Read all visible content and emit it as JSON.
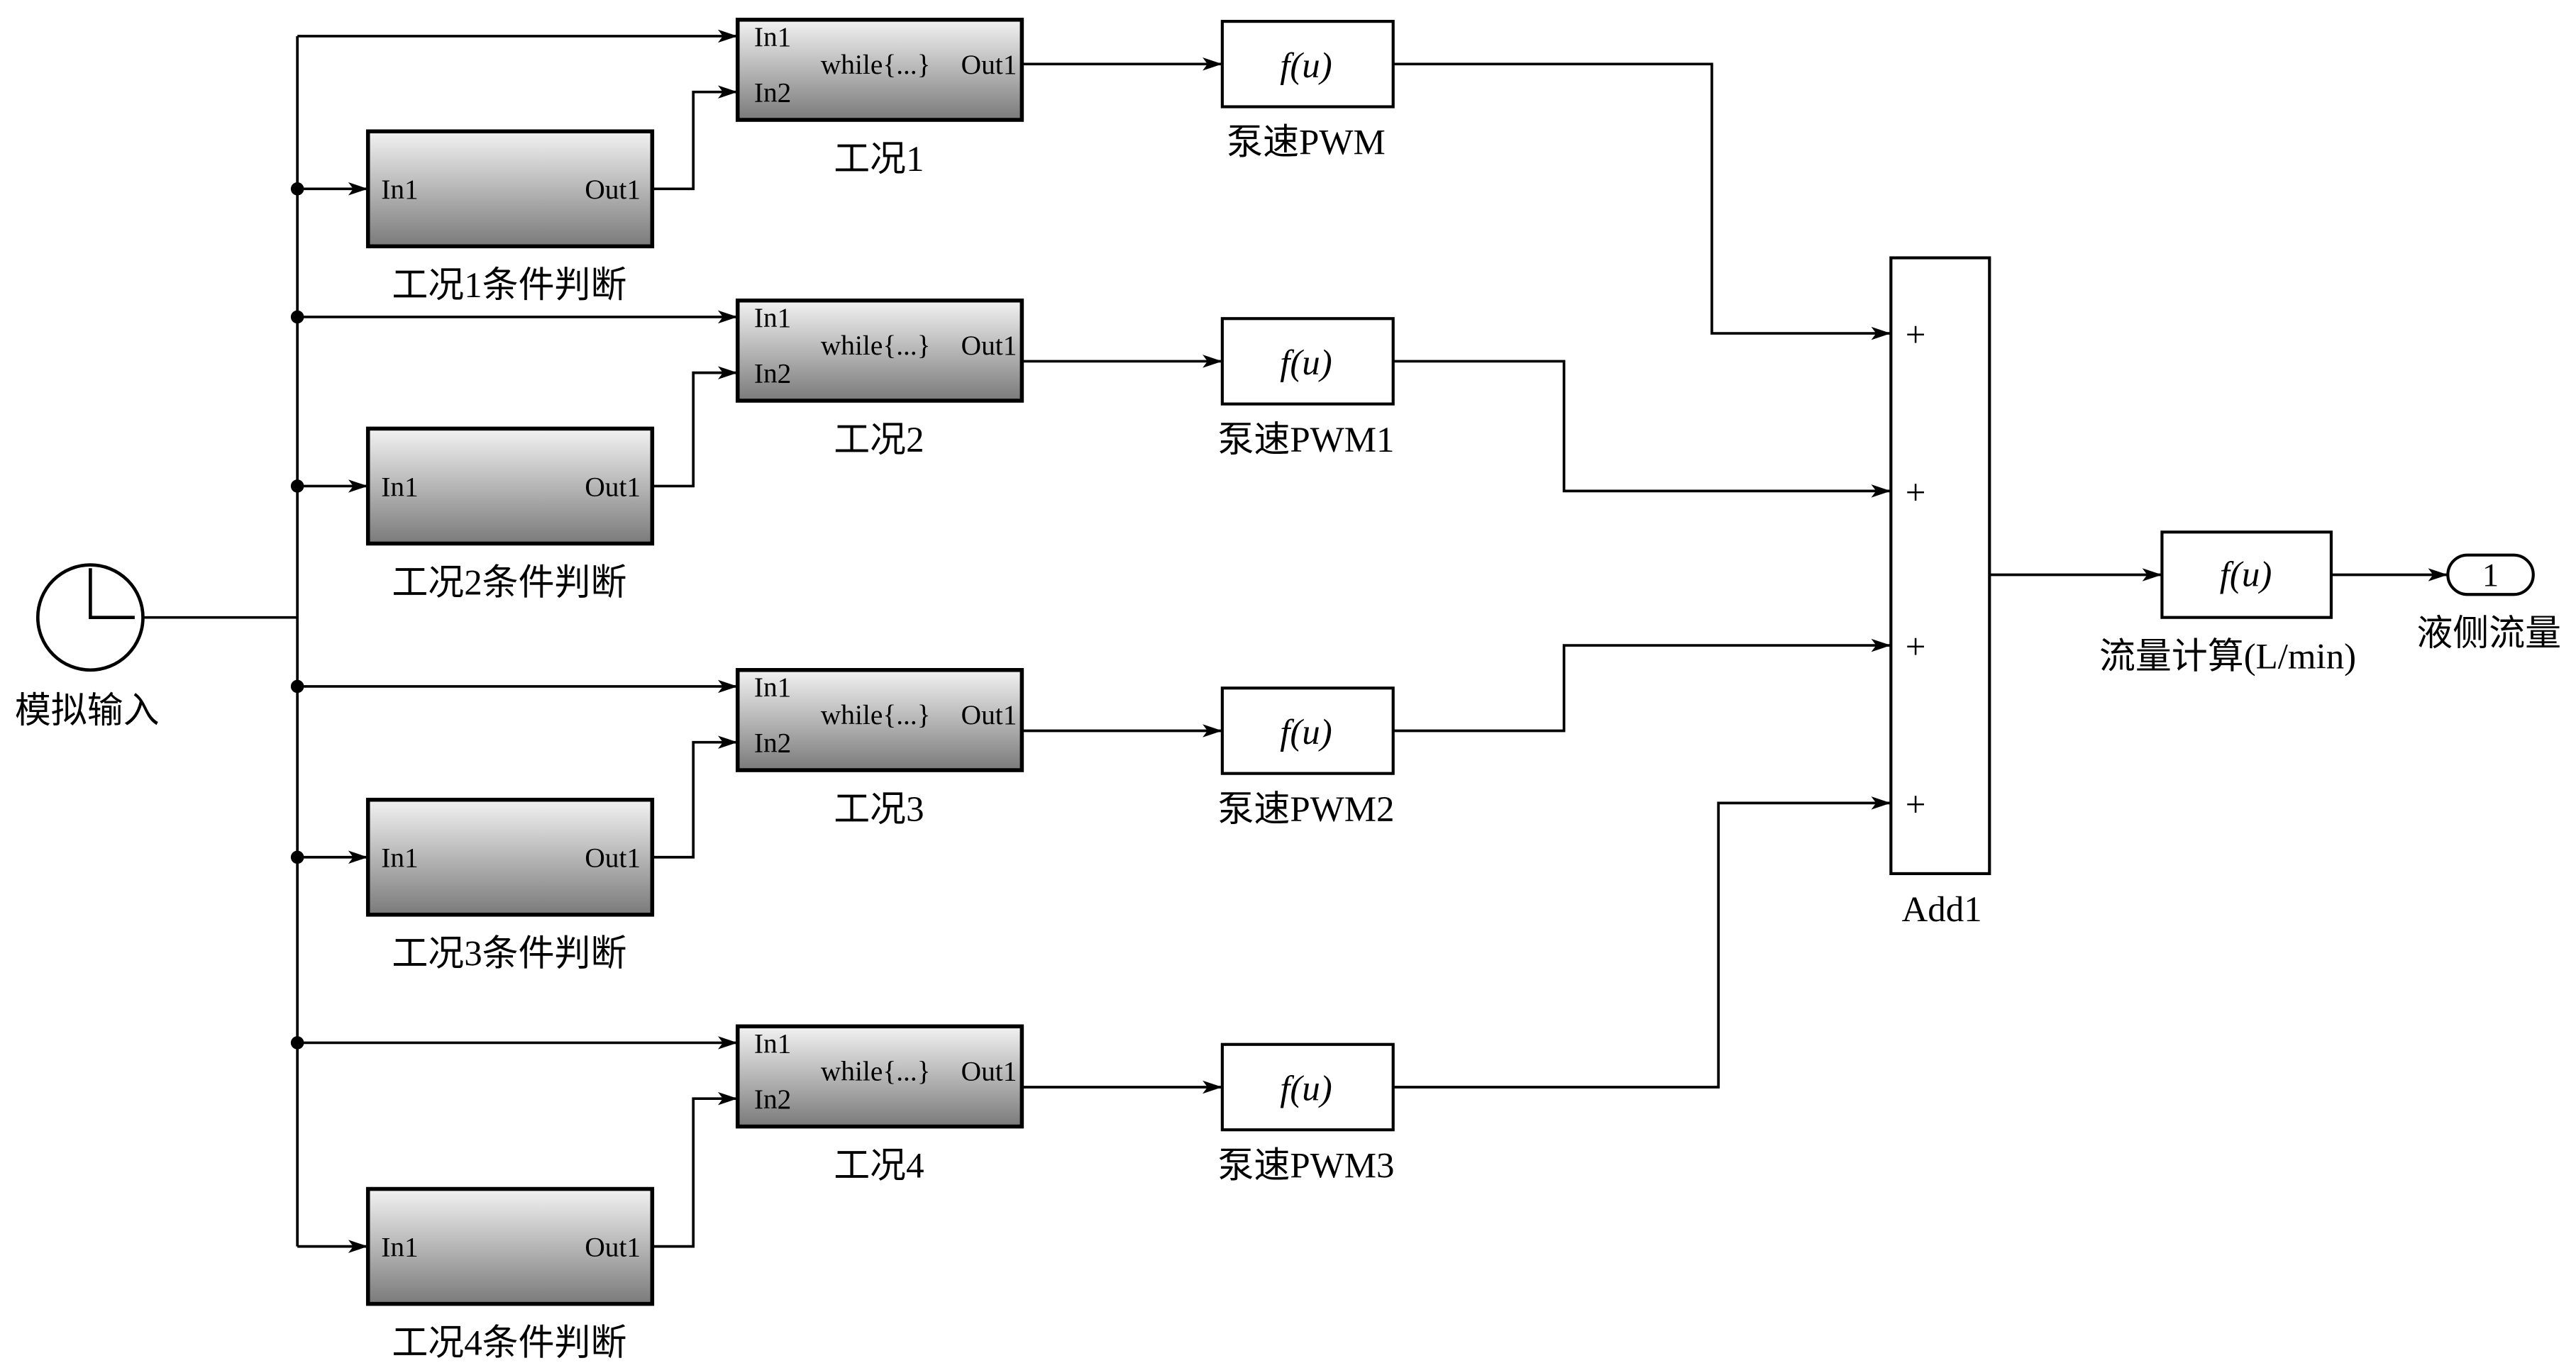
{
  "source": {
    "label": "模拟输入",
    "icon": "clock-icon"
  },
  "rows": [
    {
      "while_label": "工况1",
      "cond_label": "工况1条件判断",
      "fcn_label": "泵速PWM"
    },
    {
      "while_label": "工况2",
      "cond_label": "工况2条件判断",
      "fcn_label": "泵速PWM1"
    },
    {
      "while_label": "工况3",
      "cond_label": "工况3条件判断",
      "fcn_label": "泵速PWM2"
    },
    {
      "while_label": "工况4",
      "cond_label": "工况4条件判断",
      "fcn_label": "泵速PWM3"
    }
  ],
  "ports": {
    "in1": "In1",
    "in2": "In2",
    "out1": "Out1",
    "while_text": "while{...}"
  },
  "fcn_text": "f(u)",
  "sum": {
    "label": "Add1",
    "signs": [
      "+",
      "+",
      "+",
      "+"
    ]
  },
  "flow_fcn": {
    "label": "流量计算(L/min)",
    "text": "f(u)"
  },
  "outport": {
    "number": "1",
    "label": "液侧流量"
  }
}
